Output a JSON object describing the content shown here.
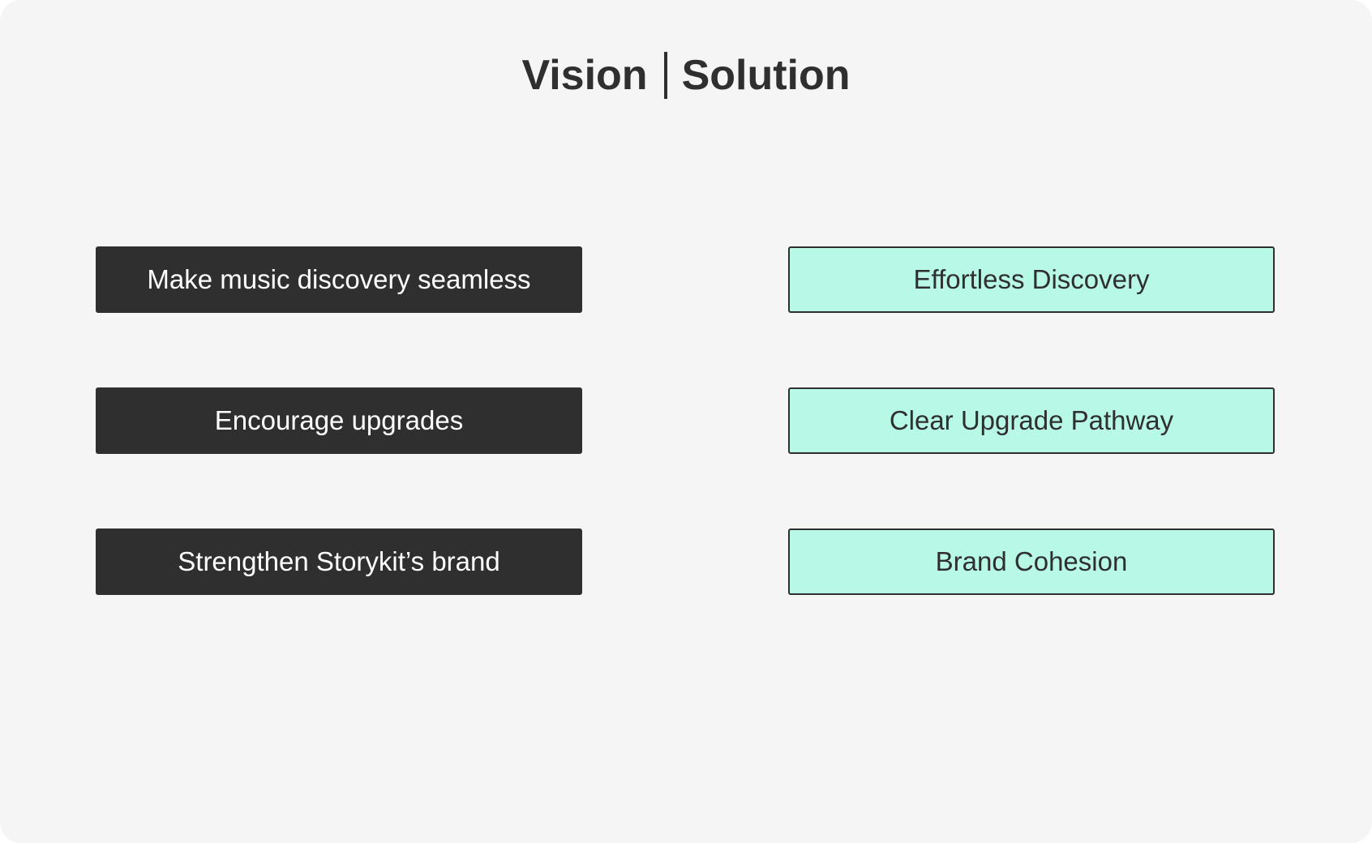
{
  "header": {
    "left": "Vision",
    "right": "Solution"
  },
  "vision": {
    "items": [
      {
        "label": "Make music discovery seamless"
      },
      {
        "label": "Encourage upgrades"
      },
      {
        "label": "Strengthen Storykit’s brand"
      }
    ]
  },
  "solution": {
    "items": [
      {
        "label": "Effortless Discovery"
      },
      {
        "label": "Clear Upgrade Pathway"
      },
      {
        "label": "Brand Cohesion"
      }
    ]
  },
  "colors": {
    "background": "#f5f5f5",
    "vision_box": "#2f2f2f",
    "solution_box": "#b8f8e6",
    "text_dark": "#2f2f2f",
    "text_light": "#ffffff"
  }
}
